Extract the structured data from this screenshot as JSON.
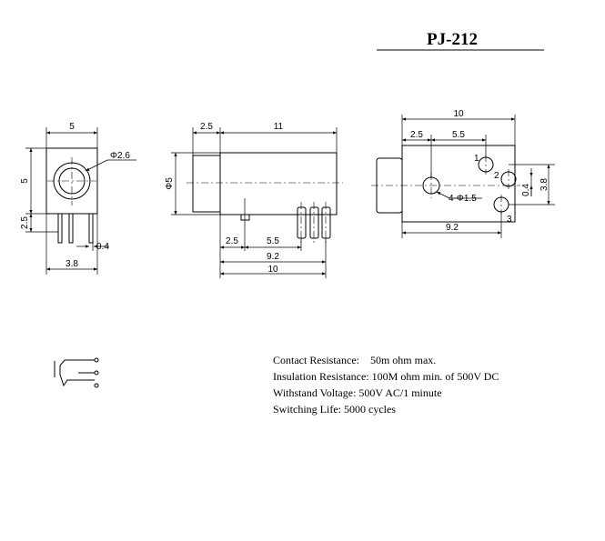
{
  "title": "PJ-212",
  "front_view": {
    "width": "5",
    "height": "5",
    "hole_dia": "Φ2.6",
    "pin_height": "2.5",
    "pin_offset": "0.4",
    "base_width": "3.8"
  },
  "side_view": {
    "flange": "2.5",
    "length": "11",
    "diameter": "Φ5",
    "pin_first": "2.5",
    "pin_second": "5.5",
    "pin_span": "9.2",
    "total": "10"
  },
  "top_view": {
    "total": "10",
    "first": "2.5",
    "second": "5.5",
    "holes": "4-Φ1.5",
    "pitch": "9.2",
    "offset": "0.4",
    "height": "3.8",
    "pin_labels": [
      "1",
      "2",
      "3"
    ]
  },
  "specs": [
    "Contact Resistance:    50m ohm max.",
    "Insulation Resistance: 100M ohm min. of 500V DC",
    "Withstand Voltage: 500V AC/1 minute",
    "Switching Life: 5000 cycles"
  ]
}
